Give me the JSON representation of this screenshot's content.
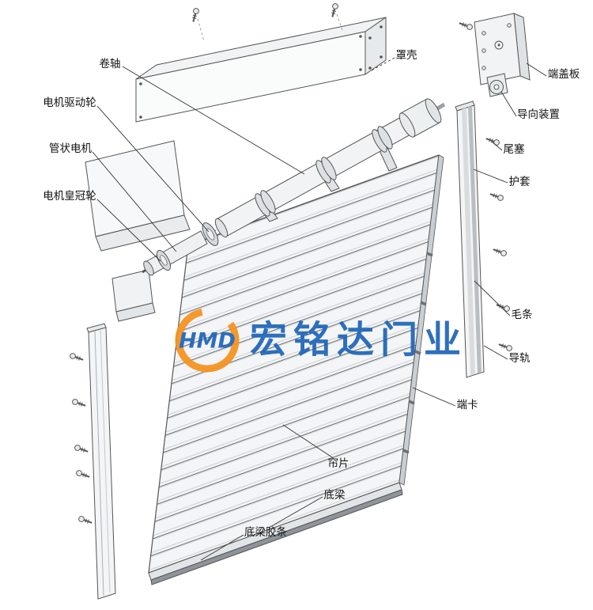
{
  "watermark": {
    "logo_text": "HMD",
    "brand": "宏铭达门业"
  },
  "labels": {
    "roller_shaft": "卷轴",
    "housing": "罩壳",
    "end_cover_plate": "端盖板",
    "guide_device": "导向装置",
    "tail_plug": "尾塞",
    "sheath": "护套",
    "motor_drive_wheel": "电机驱动轮",
    "tubular_motor": "管状电机",
    "motor_crown_wheel": "电机皇冠轮",
    "brush_strip": "毛条",
    "guide_rail": "导轨",
    "end_clip": "端卡",
    "curtain_slat": "帘片",
    "bottom_beam": "底梁",
    "bottom_beam_rubber": "底梁胶条"
  },
  "colors": {
    "line": "#444444",
    "logo_orange": "#f6921e",
    "logo_blue": "#1d64b8"
  }
}
